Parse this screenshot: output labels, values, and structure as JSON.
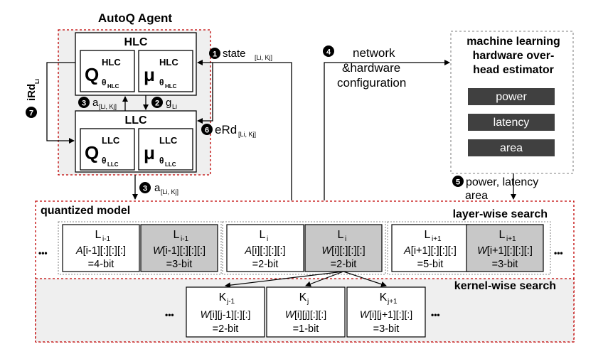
{
  "agent": {
    "title": "AutoQ Agent",
    "hlc": {
      "title": "HLC",
      "q": {
        "main": "Q",
        "sup": "HLC",
        "sub": "θ",
        "subsub": "HLC"
      },
      "mu": {
        "main": "μ",
        "sup": "HLC",
        "sub": "θ",
        "subsub": "HLC"
      }
    },
    "llc": {
      "title": "LLC",
      "q": {
        "main": "Q",
        "sup": "LLC",
        "sub": "θ",
        "subsub": "LLC"
      },
      "mu": {
        "main": "μ",
        "sup": "LLC",
        "sub": "θ",
        "subsub": "LLC"
      }
    }
  },
  "steps": {
    "s1": {
      "num": "1",
      "label": "state",
      "sub": "[Li, Kj]"
    },
    "s2": {
      "num": "2",
      "label": "g",
      "sub": "Li"
    },
    "s3a": {
      "num": "3",
      "label": "a",
      "sub": "[Li, Kj]"
    },
    "s3b": {
      "num": "3",
      "label": "a",
      "sub": "[Li, Kj]"
    },
    "s4": {
      "num": "4",
      "line1": "network",
      "line2": "&hardware",
      "line3": "configuration"
    },
    "s5": {
      "num": "5",
      "line1": "power, latency",
      "line2": "area"
    },
    "s6": {
      "num": "6",
      "label": "eRd",
      "sub": "[Li, Kj]"
    },
    "s7": {
      "num": "7",
      "label": "iRd",
      "sub": "Li"
    }
  },
  "estimator": {
    "title_lines": [
      "machine learning",
      "hardware over-",
      "head estimator"
    ],
    "metrics": [
      "power",
      "latency",
      "area"
    ]
  },
  "model": {
    "title": "quantized model",
    "layer_label": "layer-wise search",
    "kernel_label": "kernel-wise search",
    "ellipsis": "•••",
    "layers": [
      {
        "name": "L",
        "sub": "i-1",
        "line1": "A[i-1][:][:][:]",
        "line2": "=4-bit",
        "shaded": false
      },
      {
        "name": "L",
        "sub": "i-1",
        "line1": "W[i-1][:][:][:]",
        "line2": "=3-bit",
        "shaded": true
      },
      {
        "name": "L",
        "sub": "i",
        "line1": "A[i][:][:][:]",
        "line2": "=2-bit",
        "shaded": false
      },
      {
        "name": "L",
        "sub": "i",
        "line1": "W[i][:][:][:]",
        "line2": "=2-bit",
        "shaded": true
      },
      {
        "name": "L",
        "sub": "i+1",
        "line1": "A[i+1][:][:][:]",
        "line2": "=5-bit",
        "shaded": false
      },
      {
        "name": "L",
        "sub": "i+1",
        "line1": "W[i+1][:][:][:]",
        "line2": "=3-bit",
        "shaded": true
      }
    ],
    "kernels": [
      {
        "name": "K",
        "sub": "j-1",
        "line1": "W[i][j-1][:][:]",
        "line2": "=2-bit"
      },
      {
        "name": "K",
        "sub": "j",
        "line1": "W[i][j][:][:]",
        "line2": "=1-bit"
      },
      {
        "name": "K",
        "sub": "j+1",
        "line1": "W[i][j+1][:][:]",
        "line2": "=3-bit"
      }
    ]
  },
  "colors": {
    "panel": "#efefef",
    "dash_red": "#c00000",
    "shaded_cell": "#c8c8c8",
    "metric_box": "#404040",
    "dot": "#000000"
  }
}
